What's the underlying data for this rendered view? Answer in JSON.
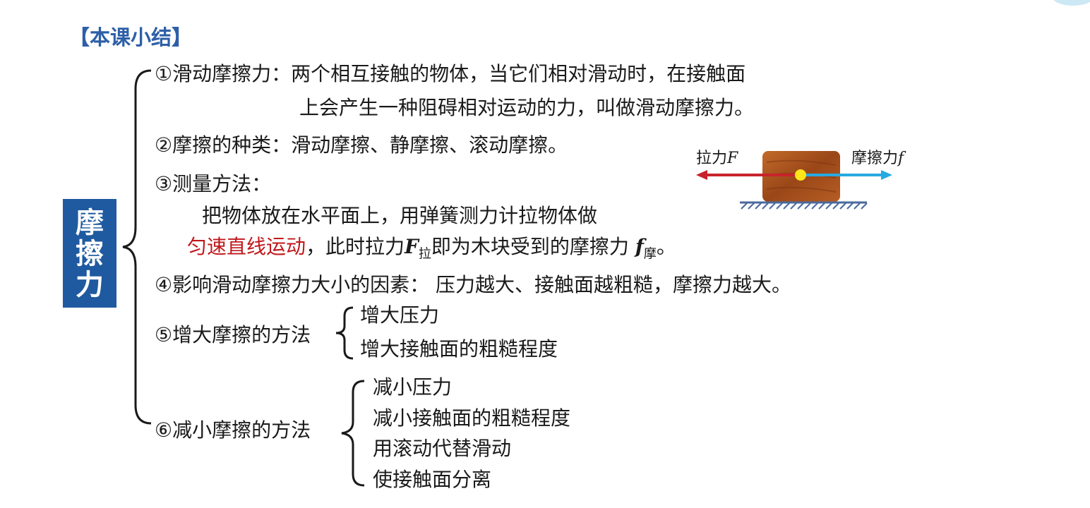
{
  "title": "【本课小结】",
  "topic": [
    "摩",
    "擦",
    "力"
  ],
  "items": {
    "definition": {
      "label": "①滑动摩擦力：",
      "line1": "两个相互接触的物体，当它们相对滑动时，在接触面",
      "line2": "上会产生一种阻碍相对运动的力，叫做滑动摩擦力。"
    },
    "types": {
      "text": "②摩擦的种类：滑动摩擦、静摩擦、滚动摩擦。"
    },
    "measure": {
      "label": "③测量方法：",
      "line1": "把物体放在水平面上，用弹簧测力计拉物体做",
      "highlight": "匀速直线运动",
      "line2_mid": "，此时拉力",
      "pull_symbol": "F",
      "pull_sub": "拉",
      "line2_mid2": "即为木块受到的摩擦力",
      "friction_symbol": "f",
      "friction_sub": "摩",
      "line2_end": "。"
    },
    "factors": {
      "text": "④影响滑动摩擦力大小的因素： 压力越大、接触面越粗糙，摩擦力越大。"
    },
    "increase": {
      "label": "⑤增大摩擦的方法",
      "methods": [
        "增大压力",
        "增大接触面的粗糙程度"
      ]
    },
    "decrease": {
      "label": "⑥减小摩擦的方法",
      "methods": [
        "减小压力",
        "减小接触面的粗糙程度",
        "用滚动代替滑动",
        "使接触面分离"
      ]
    }
  },
  "diagram": {
    "pull_label": "拉力",
    "pull_var": "F",
    "friction_label": "摩擦力",
    "friction_var": "f",
    "colors": {
      "pull": "#c8232c",
      "friction": "#27a9e1",
      "block": "#a8521f",
      "point": "#ffe619",
      "ground": "#4a6a9c"
    }
  },
  "colors": {
    "title": "#2d5fa8",
    "topic_bg": "#1f5aa0",
    "highlight": "#c0181c"
  }
}
